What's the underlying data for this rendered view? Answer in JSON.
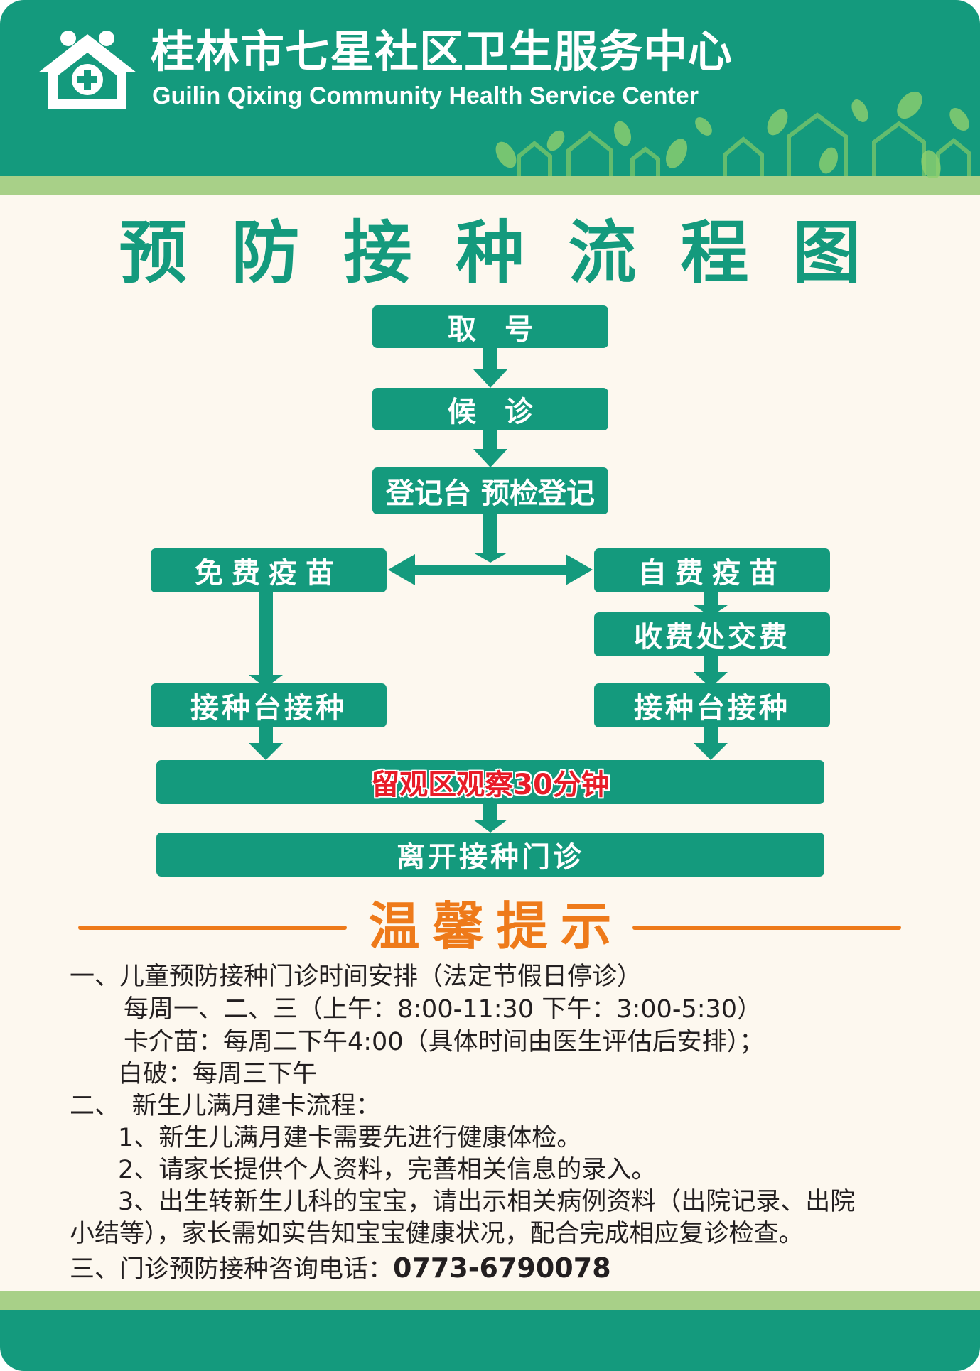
{
  "header": {
    "org_name_cn": "桂林市七星社区卫生服务中心",
    "org_name_en": "Guilin Qixing Community Health Service Center",
    "logo_icon": "house-cross-family-icon",
    "decoration_icon": "village-houses-leaves-icon"
  },
  "title": "预防接种流程图",
  "flow": {
    "take_number": "取　号",
    "wait": "候　诊",
    "register": "登记台  预检登记",
    "free_vaccine": "免费疫苗",
    "paid_vaccine": "自费疫苗",
    "pay": "收费处交费",
    "vaccinate_left": "接种台接种",
    "vaccinate_right": "接种台接种",
    "observe": "留观区观察30分钟",
    "leave": "离开接种门诊"
  },
  "tips": {
    "heading": "温馨提示",
    "l1": "一、儿童预防接种门诊时间安排（法定节假日停诊）",
    "l2": "每周一、二、三（上午：8:00-11:30  下午：3:00-5:30）",
    "l3": "卡介苗：每周二下午4:00（具体时间由医生评估后安排）；",
    "l4": "白破：每周三下午",
    "l5": "二、　新生儿满月建卡流程：",
    "l6": "1、新生儿满月建卡需要先进行健康体检。",
    "l7": "2、请家长提供个人资料，完善相关信息的录入。",
    "l8": "3、出生转新生儿科的宝宝，请出示相关病例资料（出院记录、出院",
    "l9": "小结等），家长需如实告知宝宝健康状况，配合完成相应复诊检查。",
    "l10_prefix": "三、门诊预防接种咨询电话：",
    "phone": "0773-6790078"
  },
  "colors": {
    "primary_green": "#149a7d",
    "light_green": "#a8d088",
    "background": "#fdf8ef",
    "accent_orange": "#ee7a1a",
    "alert_red": "#e81c28"
  }
}
